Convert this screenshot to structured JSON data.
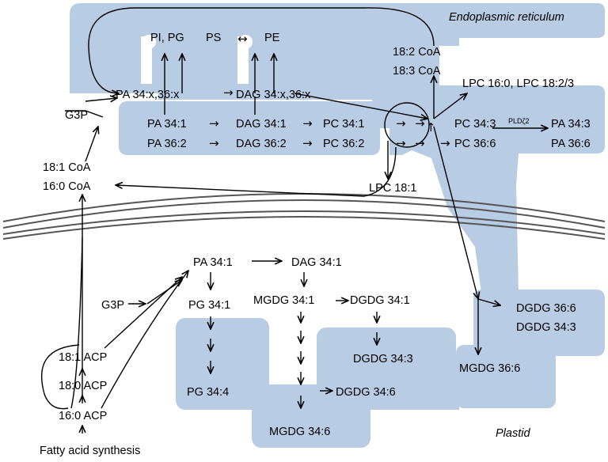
{
  "compartments": {
    "er": "Endoplasmic reticulum",
    "plastid": "Plastid"
  },
  "colors": {
    "region": "#b8cce4",
    "line": "#000000",
    "membrane": "#555555"
  },
  "er": {
    "pi_pg": "PI, PG",
    "ps": "PS",
    "pe": "PE",
    "cat": "18:2 CoA",
    "car": "18:3 CoA",
    "pa_x": "PA 34:x,36:x",
    "dag_x": "DAG 34:x,36:x",
    "lpc_top": "LPC 16:0, LPC 18:2/3",
    "g3p": "G3P",
    "pa341": "PA 34:1",
    "pa362": "PA 36:2",
    "dag341": "DAG 34:1",
    "dag362": "DAG 36:2",
    "pc341": "PC 34:1",
    "pc362": "PC 36:2",
    "pc343": "PC 34:3",
    "pc366": "PC 36:6",
    "pld": "PLDζ2",
    "pa343": "PA 34:3",
    "pa366": "PA 36:6",
    "co181": "18:1 CoA",
    "co160": "16:0 CoA",
    "lpc181": "LPC 18:1"
  },
  "plastid": {
    "pa341": "PA 34:1",
    "dag341": "DAG 34:1",
    "g3p": "G3P",
    "pg341": "PG 34:1",
    "mgdg341": "MGDG 34:1",
    "dgdg341": "DGDG 34:1",
    "dgdg366": "DGDG 36:6",
    "dgdg343b": "DGDG 34:3",
    "acp181": "18:1 ACP",
    "acp180": "18:0 ACP",
    "acp160": "16:0 ACP",
    "dgdg343": "DGDG 34:3",
    "mgdg366": "MGDG 36:6",
    "pg344": "PG 34:4",
    "dgdg346": "DGDG 34:6",
    "mgdg346": "MGDG 34:6",
    "fas": "Fatty acid synthesis"
  }
}
